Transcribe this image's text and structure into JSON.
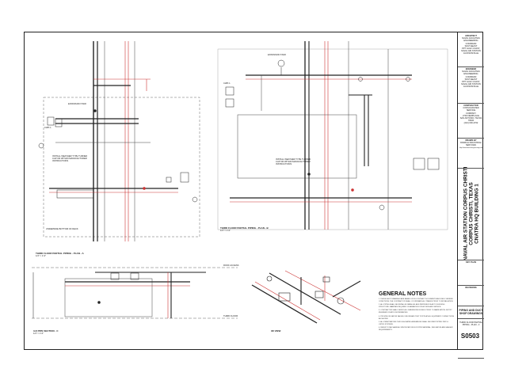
{
  "title_block": {
    "architect": {
      "heading": "ARCHITECT",
      "lines": [
        "NAVAL FACILITIES",
        "ENGINEERING COMMAND",
        "SOUTHEAST",
        "PPT GULF COAST,",
        "NAVAL AIR STATION",
        "JACKSONVILLE"
      ]
    },
    "engineer": {
      "heading": "ENGINEER",
      "lines": [
        "NAVAL FACILITIES",
        "ENGINEERING COMMAND",
        "SOUTHEAST",
        "PPT GULF COAST,",
        "NAVAL AIR STATION",
        "JACKSONVILLE"
      ]
    },
    "contractor": {
      "heading": "CONTRACTOR",
      "lines": [
        "CONSOLIDATED SERVICE",
        "COMPANY",
        "2730 NEWPLACE",
        "SAN ANTONIO, TEXAS 78206",
        "(210) 000-2762"
      ]
    },
    "drawn_by": {
      "heading": "DRAWN BY",
      "lines": [
        "KIMRICH INDUSTRIAL",
        "SERVICES",
        "http://www.kimrichengineering.com"
      ]
    },
    "project_lines": [
      "NAVAL AIR STATION CORPUS CHRISTI",
      "CORPUS CHRISTI, TEXAS",
      "CNATRA HQ BUILDING 1"
    ],
    "key_plan": "KEY PLAN",
    "revisions": "REVISIONS",
    "drawing_title": [
      "PIPING AND DUCT",
      "SHOP DRAWINGS"
    ],
    "drawing_subtitle": [
      "THIRD FLOOR PARTIAL",
      "PIPING - PLAN - 2"
    ],
    "sheet_number": "S0503"
  },
  "views": {
    "plan_a": "THIRD FLOOR PARTIAL PIPING - PLAN - A",
    "plan_a_scale": "1/4\" = 1'-0\"",
    "plan_b": "THIRD FLOOR PARTIAL PIPING - PLAN - B",
    "plan_b_scale": "1/4\" = 1'-0\"",
    "section": "3-D PIPE SECTION - C",
    "section_scale": "1/4\" = 1'-0\"",
    "iso": "3D VIEW",
    "roof_access": "ROOF ACCESS",
    "third_floor": "THIRD FLOOR",
    "expansion_tank": "EXPANSION TANK",
    "install_note": "INSTALL WEATHER TYPE TURNED CAP OR WITHIN MANUFACTURER INSTRUCTIONS",
    "line_under": "UNDERSIDE BOTTOM OF DECK",
    "pump_tag": "CWP-1"
  },
  "general_notes": {
    "title": "GENERAL NOTES",
    "items": [
      "1. THESE SHOP DRAWINGS ARE BASED UPON CONTRACT DOCUMENTS AND FIELD VERIFIED CONDITIONS. THE CONTRACTOR SHALL COORDINATE ALL TRADES PRIOR TO INSTALLATION.",
      "2. ALL PIPING SHALL BE INSTALLED PARALLEL AND PERPENDICULAR TO BUILDING STRUCTURE. MAINTAIN REQUIRED CLEARANCES FOR ACCESS AND SERVICE.",
      "3. CONTRACTOR SHALL VERIFY ALL DIMENSIONS IN FIELD PRIOR TO FABRICATION. NOTIFY ENGINEER OF ANY DISCREPANCIES.",
      "4. PROVIDE ISOLATION VALVES, UNIONS AND TEST PORTS AT ALL EQUIPMENT CONNECTIONS AS SHOWN.",
      "5. ALL PENETRATIONS THROUGH RATED ASSEMBLIES SHALL BE FIRESTOPPED PER UL LISTED SYSTEMS.",
      "6. REFER TO MECHANICAL SPECIFICATIONS FOR PIPE MATERIAL, INSULATION AND HANGER REQUIREMENTS."
    ]
  }
}
